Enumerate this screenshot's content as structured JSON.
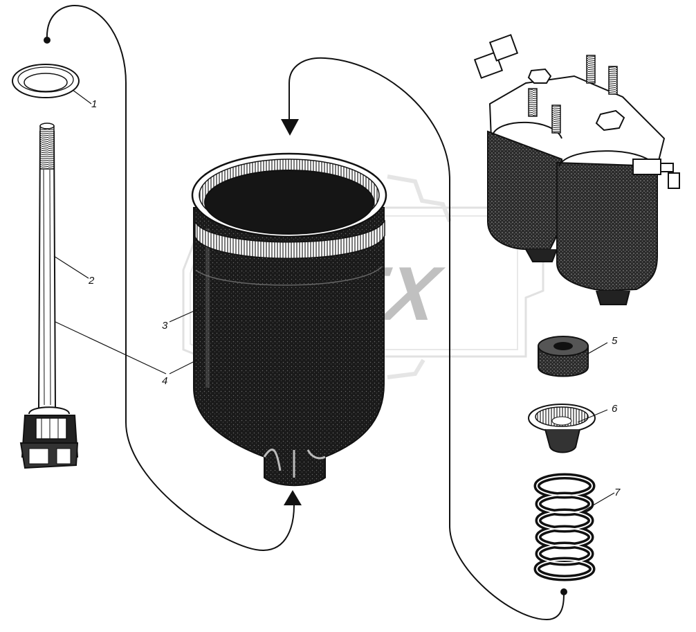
{
  "diagram": {
    "callouts": [
      {
        "id": "1",
        "label": "1"
      },
      {
        "id": "2",
        "label": "2"
      },
      {
        "id": "3",
        "label": "3"
      },
      {
        "id": "4",
        "label": "4"
      },
      {
        "id": "5",
        "label": "5"
      },
      {
        "id": "6",
        "label": "6"
      },
      {
        "id": "7",
        "label": "7"
      }
    ],
    "watermark": {
      "text": "EX"
    },
    "colors": {
      "ink": "#111111",
      "paper": "#ffffff",
      "watermark": "#c9c9c9"
    }
  }
}
